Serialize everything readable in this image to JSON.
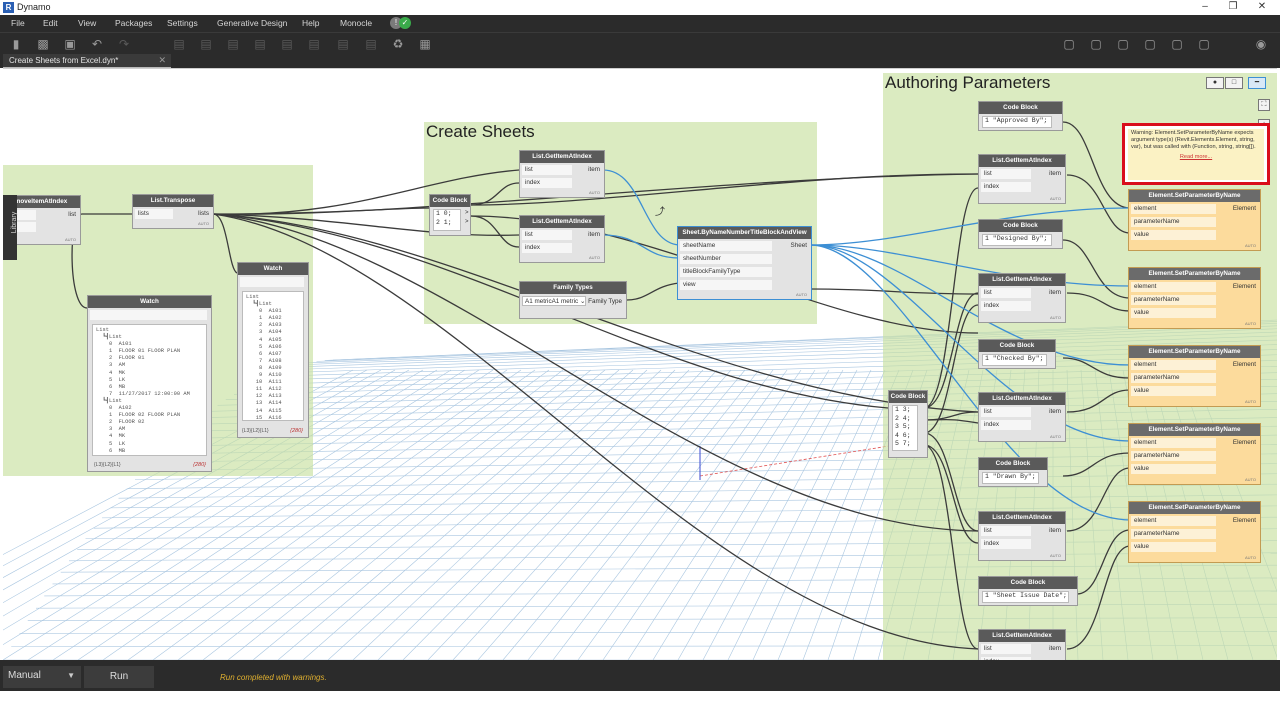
{
  "app": {
    "title": "Dynamo",
    "logo_letter": "R"
  },
  "menu": {
    "items": [
      "File",
      "Edit",
      "View",
      "Packages",
      "Settings",
      "Generative Design",
      "Help",
      "Monocle"
    ],
    "indicator_icons": [
      "!",
      "✓"
    ]
  },
  "toolbar": {
    "icons": [
      "new-file-icon",
      "open-icon",
      "save-icon",
      "undo-icon",
      "redo-icon",
      "align-icon",
      "align-icon",
      "align-icon",
      "align-icon",
      "align-icon",
      "align-icon",
      "align-icon",
      "recycle-icon",
      "package-icon",
      "view-icon",
      "view-icon",
      "view-icon",
      "view-icon",
      "view-icon",
      "camera-icon"
    ]
  },
  "tab": {
    "label": "Create Sheets from Excel.dyn*",
    "close": "✕"
  },
  "library": {
    "label": "Library"
  },
  "groups": {
    "create_sheets": "Create Sheets",
    "authoring": "Authoring Parameters"
  },
  "nodes": {
    "remove_item": {
      "title": "RemoveItemAtIndex",
      "out": "list",
      "auto": "AUTO"
    },
    "transpose": {
      "title": "List.Transpose",
      "in": "lists",
      "out": "lists",
      "auto": "AUTO"
    },
    "watch_a": {
      "title": "Watch",
      "lines": [
        "List",
        "  ┗┫List",
        "    0  A101",
        "    1  FLOOR 01 FLOOR PLAN",
        "    2  FLOOR 01",
        "    3  AM",
        "    4  MK",
        "    5  LK",
        "    6  MB",
        "    7  11/27/2017 12:00:00 AM",
        "  ┗┫List",
        "    0  A102",
        "    1  FLOOR 02 FLOOR PLAN",
        "    2  FLOOR 02",
        "    3  AM",
        "    4  MK",
        "    5  LK",
        "    6  MB"
      ],
      "footer": "{L3}{L2}{L1}",
      "count": "{280}"
    },
    "watch_b": {
      "title": "Watch",
      "lines": [
        "List",
        "  ┗┫List",
        "    0  A101",
        "    1  A102",
        "    2  A103",
        "    3  A104",
        "    4  A105",
        "    5  A106",
        "    6  A107",
        "    7  A108",
        "    8  A109",
        "    9  A110",
        "   10  A111",
        "   11  A112",
        "   12  A113",
        "   13  A114",
        "   14  A115",
        "   15  A116"
      ],
      "footer": "{L3}{L2}{L1}",
      "count": "{280}"
    },
    "cb_index": {
      "title": "Code Block",
      "code": "0;\n1;"
    },
    "get1": {
      "title": "List.GetItemAtIndex",
      "in": [
        "list",
        "index"
      ],
      "out": "item",
      "auto": "AUTO"
    },
    "get2": {
      "title": "List.GetItemAtIndex",
      "in": [
        "list",
        "index"
      ],
      "out": "item",
      "auto": "AUTO"
    },
    "family": {
      "title": "Family Types",
      "value": "A1 metricA1 metric",
      "out": "Family Type"
    },
    "sheet": {
      "title": "Sheet.ByNameNumberTitleBlockAndView",
      "in": [
        "sheetName",
        "sheetNumber",
        "titleBlockFamilyType",
        "view"
      ],
      "out": "Sheet",
      "auto": "AUTO"
    },
    "cb_multi": {
      "title": "Code Block",
      "code": "3;\n4;\n5;\n6;\n7;"
    },
    "cb_approved": {
      "title": "Code Block",
      "code": "\"Approved By\";"
    },
    "cb_designed": {
      "title": "Code Block",
      "code": "\"Designed By\";"
    },
    "cb_checked": {
      "title": "Code Block",
      "code": "\"Checked By\";"
    },
    "cb_drawn": {
      "title": "Code Block",
      "code": "\"Drawn By\";"
    },
    "cb_issue": {
      "title": "Code Block",
      "code": "\"Sheet Issue Date\";"
    },
    "get_r": {
      "title": "List.GetItemAtIndex",
      "in": [
        "list",
        "index"
      ],
      "out": "item",
      "auto": "AUTO"
    },
    "set_param": {
      "title": "Element.SetParameterByName",
      "in": [
        "element",
        "parameterName",
        "value"
      ],
      "out": "Element",
      "auto": "AUTO"
    }
  },
  "warning": {
    "text": "Warning: Element.SetParameterByName expects argument type(s) (Revit.Elements.Element, string, var), but was called with (Function, string, string[]).",
    "link": "Read more..."
  },
  "status": {
    "run_mode": "Manual",
    "run_button": "Run",
    "message": "Run completed with warnings."
  },
  "colors": {
    "accent_blue": "#3d8fd4",
    "group_green": "#c8e0a0",
    "warning_red": "#d90d1b",
    "status_yellow": "#e0b030"
  }
}
